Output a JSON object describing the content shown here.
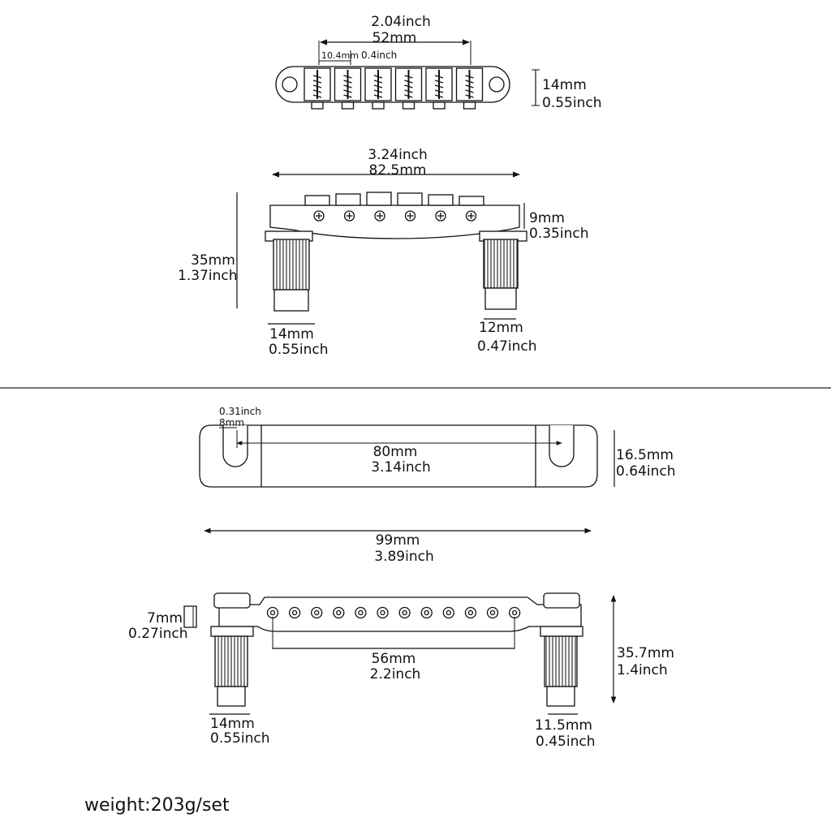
{
  "bridge_top": {
    "width_in": "2.04inch",
    "width_mm": "52mm",
    "spacing_mm": "10.4mm",
    "spacing_in": "0.4inch",
    "height_mm": "14mm",
    "height_in": "0.55inch"
  },
  "bridge_side": {
    "length_in": "3.24inch",
    "length_mm": "82.5mm",
    "base_mm": "9mm",
    "base_in": "0.35inch",
    "total_mm": "35mm",
    "total_in": "1.37inch",
    "post_left_mm": "14mm",
    "post_left_in": "0.55inch",
    "post_right_mm": "12mm",
    "post_right_in": "0.47inch"
  },
  "tailpiece_top": {
    "slot_in": "0.31inch",
    "slot_mm": "8mm",
    "center_mm": "80mm",
    "center_in": "3.14inch",
    "height_mm": "16.5mm",
    "height_in": "0.64inch",
    "total_mm": "99mm",
    "total_in": "3.89inch"
  },
  "tailpiece_side": {
    "lip_mm": "7mm",
    "lip_in": "0.27inch",
    "holes_mm": "56mm",
    "holes_in": "2.2inch",
    "height_mm": "35.7mm",
    "height_in": "1.4inch",
    "post_left_mm": "14mm",
    "post_left_in": "0.55inch",
    "post_right_mm": "11.5mm",
    "post_right_in": "0.45inch"
  },
  "weight": "weight:203g/set"
}
